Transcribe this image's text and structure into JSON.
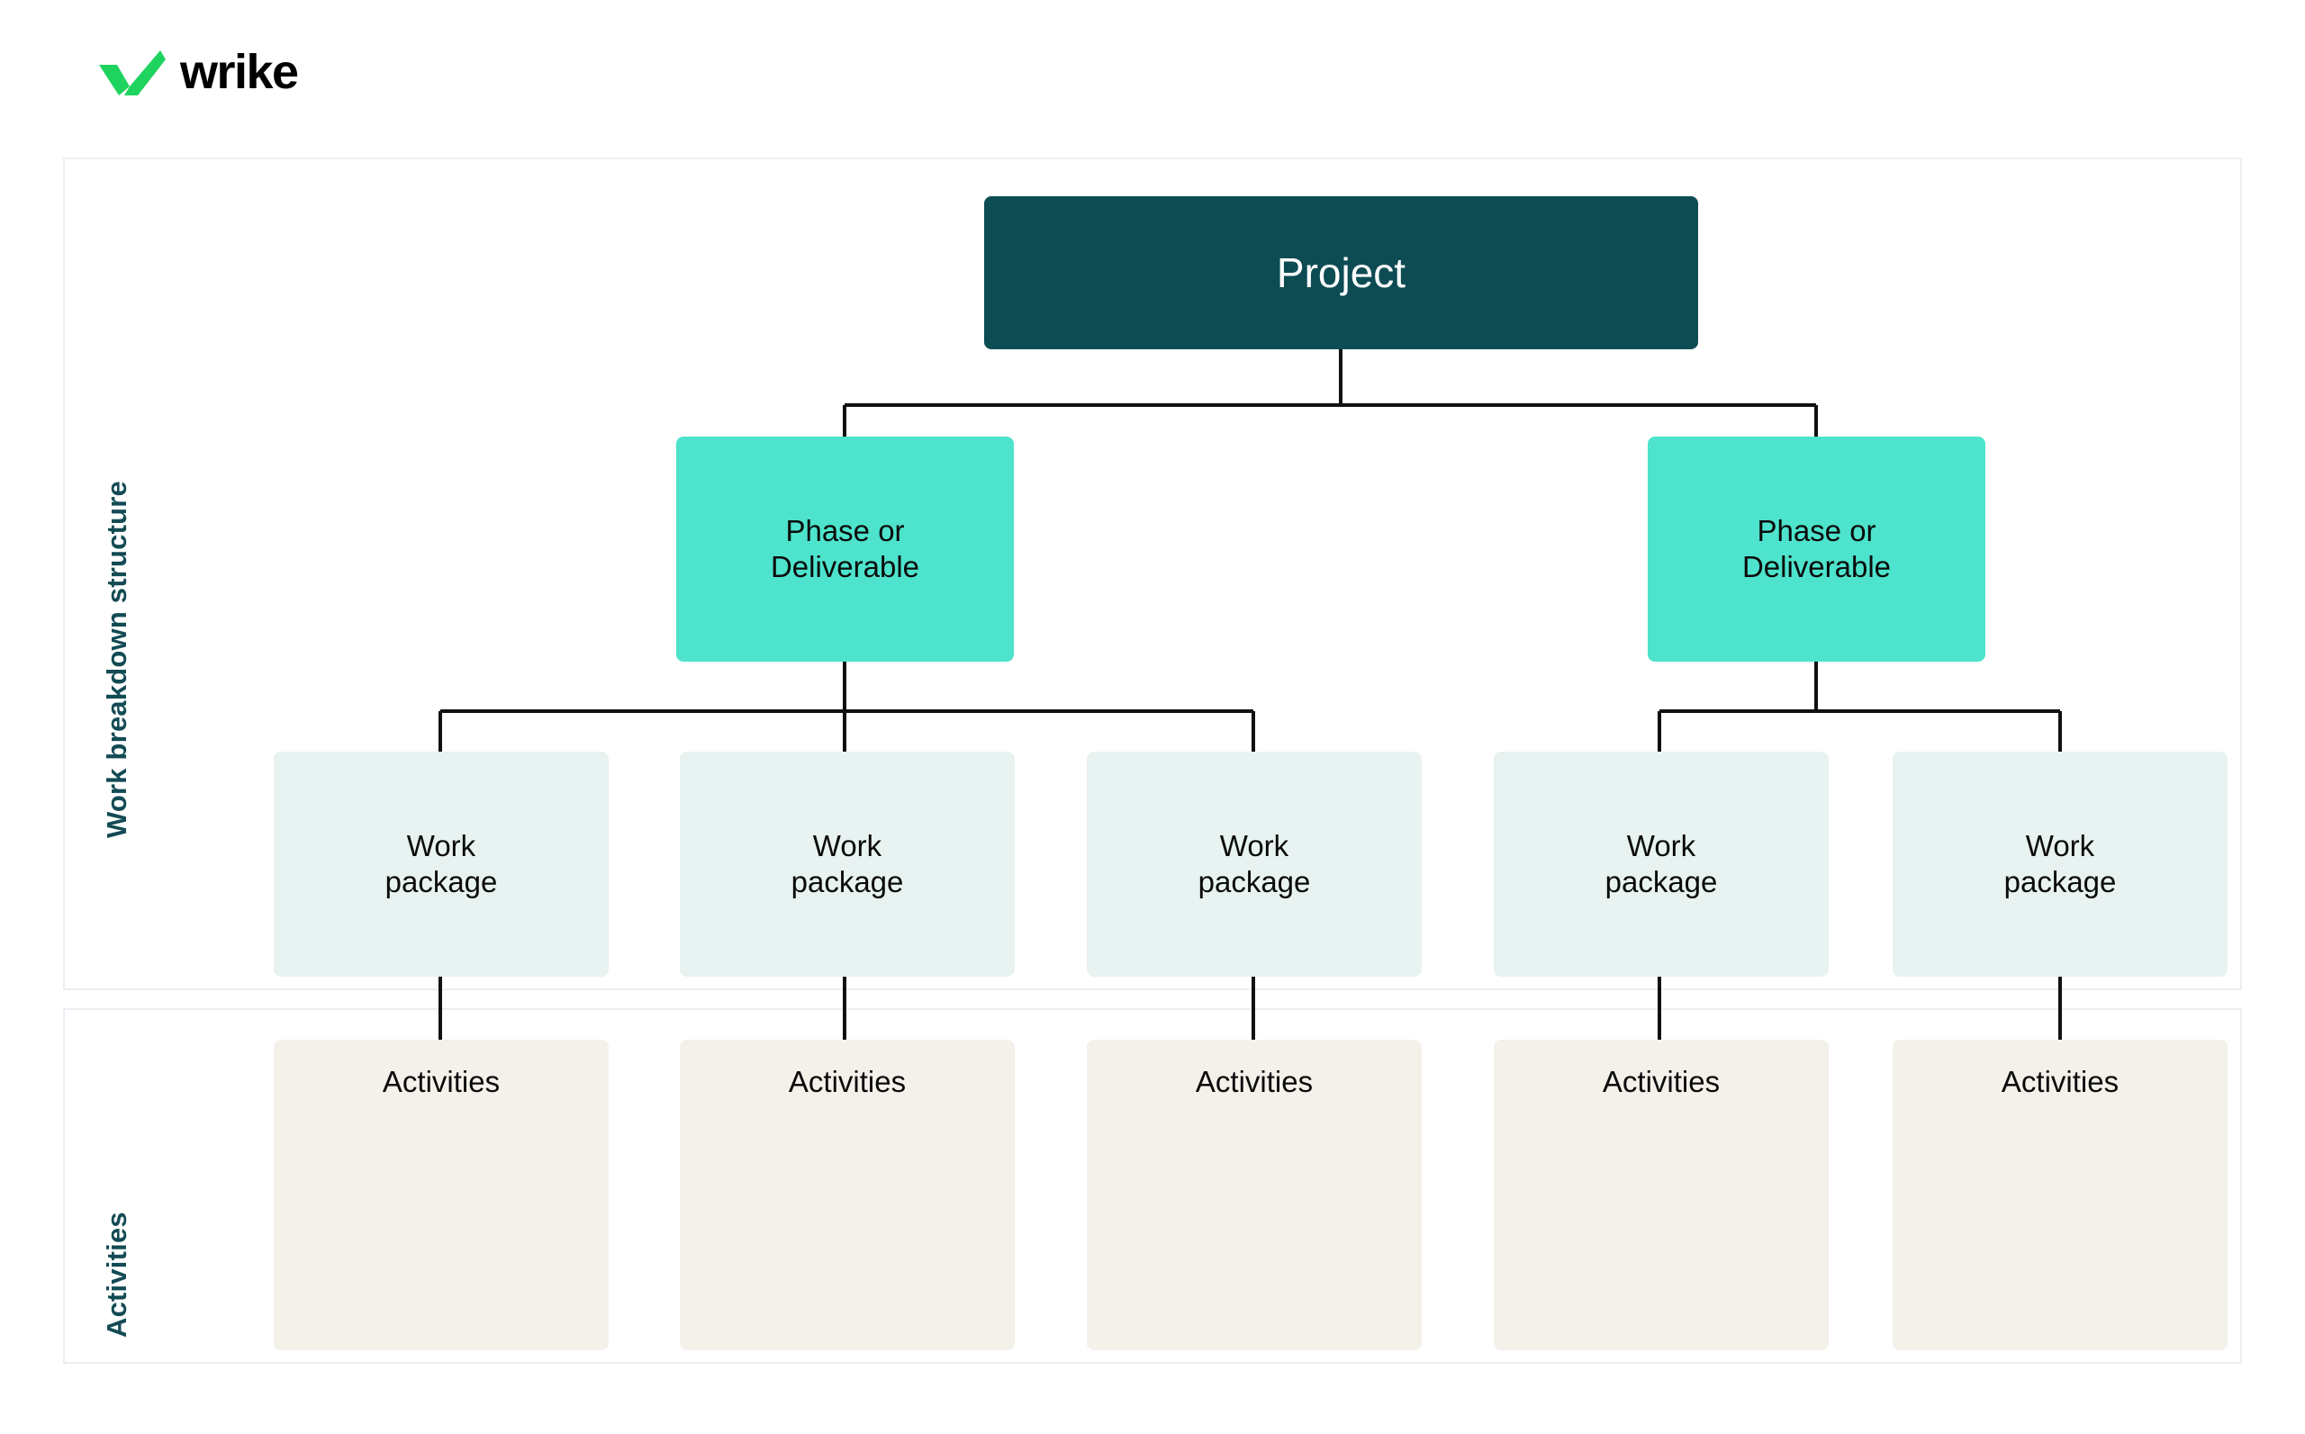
{
  "brand": {
    "name": "wrike",
    "logo_icon": "wrike-check-icon",
    "logo_color": "#1FD35F"
  },
  "colors": {
    "project_bg": "#0E4C54",
    "project_text": "#FFFFFF",
    "phase_bg": "#4DE3CC",
    "work_package_bg": "#E8F3F1",
    "activities_bg": "#F4F1EA",
    "node_text": "#0B0B0B",
    "side_label_text": "#134B54",
    "panel_border": "#ECEEF4",
    "connector_line": "#111111",
    "page_bg": "#FFFFFF"
  },
  "panels": [
    {
      "id": "work-breakdown-structure",
      "side_label": "Work breakdown structure"
    },
    {
      "id": "activities",
      "side_label": "Activities"
    }
  ],
  "chart_data": {
    "type": "diagram",
    "title": "Work breakdown structure",
    "levels": [
      "Project",
      "Phase or Deliverable",
      "Work package",
      "Activities"
    ],
    "nodes": {
      "root": {
        "label": "Project"
      },
      "phases": [
        {
          "label": "Phase or Deliverable",
          "children": 3
        },
        {
          "label": "Phase or Deliverable",
          "children": 2
        }
      ],
      "work_packages": [
        {
          "label": "Work package"
        },
        {
          "label": "Work package"
        },
        {
          "label": "Work package"
        },
        {
          "label": "Work package"
        },
        {
          "label": "Work package"
        }
      ],
      "activities": [
        {
          "label": "Activities"
        },
        {
          "label": "Activities"
        },
        {
          "label": "Activities"
        },
        {
          "label": "Activities"
        },
        {
          "label": "Activities"
        }
      ]
    }
  },
  "diagram": {
    "project": {
      "label": "Project"
    },
    "phases": [
      {
        "label_line1": "Phase or",
        "label_line2": "Deliverable"
      },
      {
        "label_line1": "Phase or",
        "label_line2": "Deliverable"
      }
    ],
    "work_packages": [
      {
        "label_line1": "Work",
        "label_line2": "package"
      },
      {
        "label_line1": "Work",
        "label_line2": "package"
      },
      {
        "label_line1": "Work",
        "label_line2": "package"
      },
      {
        "label_line1": "Work",
        "label_line2": "package"
      },
      {
        "label_line1": "Work",
        "label_line2": "package"
      }
    ],
    "activities": [
      {
        "label": "Activities"
      },
      {
        "label": "Activities"
      },
      {
        "label": "Activities"
      },
      {
        "label": "Activities"
      },
      {
        "label": "Activities"
      }
    ]
  }
}
